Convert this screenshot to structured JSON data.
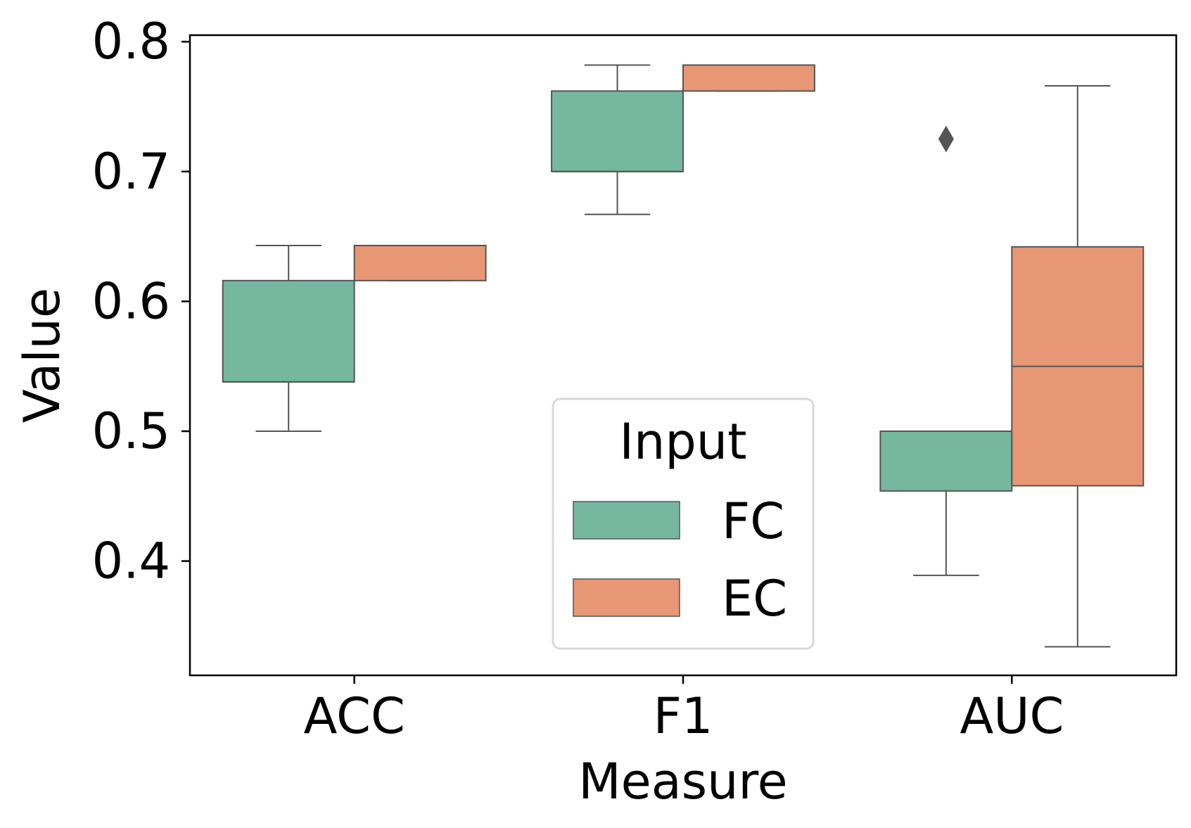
{
  "chart_data": {
    "type": "box",
    "title": "",
    "xlabel": "Measure",
    "ylabel": "Value",
    "ylim": [
      0.312,
      0.805
    ],
    "yticks": [
      "0.4",
      "0.5",
      "0.6",
      "0.7",
      "0.8"
    ],
    "ytick_values": [
      0.4,
      0.5,
      0.6,
      0.7,
      0.8
    ],
    "categories": [
      "ACC",
      "F1",
      "AUC"
    ],
    "grid": false,
    "legend": {
      "title": "Input",
      "placement": "lower-center"
    },
    "series": [
      {
        "name": "FC",
        "color": "#76b7a0",
        "boxes": [
          {
            "whisker_low": 0.5,
            "q1": 0.538,
            "median": 0.538,
            "q3": 0.616,
            "whisker_high": 0.643,
            "outliers": []
          },
          {
            "whisker_low": 0.667,
            "q1": 0.7,
            "median": 0.7,
            "q3": 0.762,
            "whisker_high": 0.782,
            "outliers": []
          },
          {
            "whisker_low": 0.389,
            "q1": 0.454,
            "median": 0.5,
            "q3": 0.5,
            "whisker_high": 0.5,
            "outliers": [
              0.725
            ]
          }
        ]
      },
      {
        "name": "EC",
        "color": "#e89774",
        "boxes": [
          {
            "whisker_low": 0.616,
            "q1": 0.616,
            "median": 0.643,
            "q3": 0.643,
            "whisker_high": 0.643,
            "outliers": []
          },
          {
            "whisker_low": 0.762,
            "q1": 0.762,
            "median": 0.782,
            "q3": 0.782,
            "whisker_high": 0.782,
            "outliers": []
          },
          {
            "whisker_low": 0.334,
            "q1": 0.458,
            "median": 0.55,
            "q3": 0.642,
            "whisker_high": 0.766,
            "outliers": []
          }
        ]
      }
    ]
  }
}
